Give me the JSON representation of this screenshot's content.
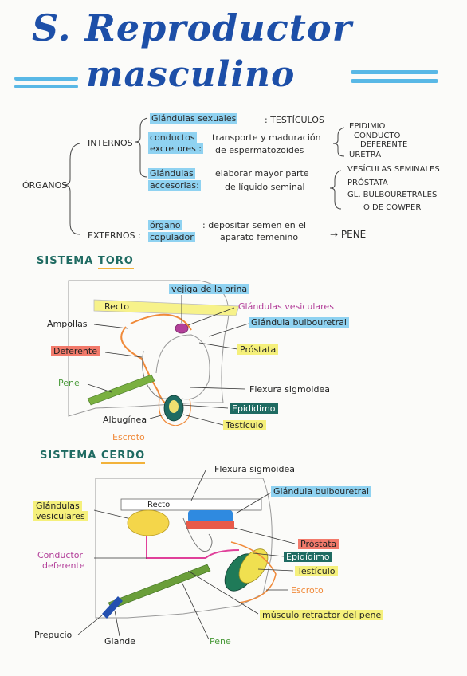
{
  "title": {
    "line1": "S. Reproductor",
    "line2": "masculino"
  },
  "outline": {
    "root": "ÓRGANOS",
    "internos": "INTERNOS",
    "externos": "EXTERNOS :",
    "glandulas_sexuales": "Glándulas sexuales",
    "testiculos": ": TESTÍCULOS",
    "conductos": "conductos",
    "excretores": "excretores :",
    "transporte_1": "transporte y maduración",
    "transporte_2": "de espermatozoides",
    "conductos_list": [
      "EPIDIMIO",
      "CONDUCTO",
      "DEFERENTE",
      "URETRA"
    ],
    "glandulas_accesorias_1": "Glándulas",
    "glandulas_accesorias_2": "accesorias:",
    "elaborar_1": "elaborar mayor parte",
    "elaborar_2": "de líquido seminal",
    "accesorias_list": [
      "VESÍCULAS SEMINALES",
      "PRÓSTATA",
      "GL. BULBOURETRALES",
      "O DE COWPER"
    ],
    "organo_1": "órgano",
    "organo_2": "copulador",
    "depositar_1": ": depositar semen en el",
    "depositar_2": "aparato femenino",
    "pene": "→ PENE"
  },
  "toro": {
    "title_prefix": "SISTEMA",
    "title_name": "TORO",
    "labels": {
      "vejiga": "vejiga de la orina",
      "recto": "Recto",
      "glandulas_vesiculares": "Glándulas vesiculares",
      "ampollas": "Ampollas",
      "glandula_bulbouretral": "Glándula bulbouretral",
      "deferente": "Deferente",
      "prostata": "Próstata",
      "pene": "Pene",
      "flexura": "Flexura sigmoidea",
      "epididimo": "Epidídimo",
      "albuginea": "Albugínea",
      "testiculo": "Testículo",
      "escroto": "Escroto"
    }
  },
  "cerdo": {
    "title_prefix": "SISTEMA",
    "title_name": "CERDO",
    "labels": {
      "flexura": "Flexura sigmoidea",
      "glandula_bulbouretral": "Glándula bulbouretral",
      "recto": "Recto",
      "glandulas_vesiculares_1": "Glándulas",
      "glandulas_vesiculares_2": "vesiculares",
      "conductor_deferente_1": "Conductor",
      "conductor_deferente_2": "deferente",
      "prostata": "Próstata",
      "epididimo": "Epidídimo",
      "testiculo": "Testículo",
      "escroto": "Escroto",
      "musculo": "músculo retractor del pene",
      "prepucio": "Prepucio",
      "glande": "Glande",
      "pene": "Pene"
    }
  },
  "colors": {
    "blue_title": "#1d4fa8",
    "highlight_blue": "#59b8e6",
    "teal": "#1f6b62",
    "yellow": "#f5f07b"
  }
}
